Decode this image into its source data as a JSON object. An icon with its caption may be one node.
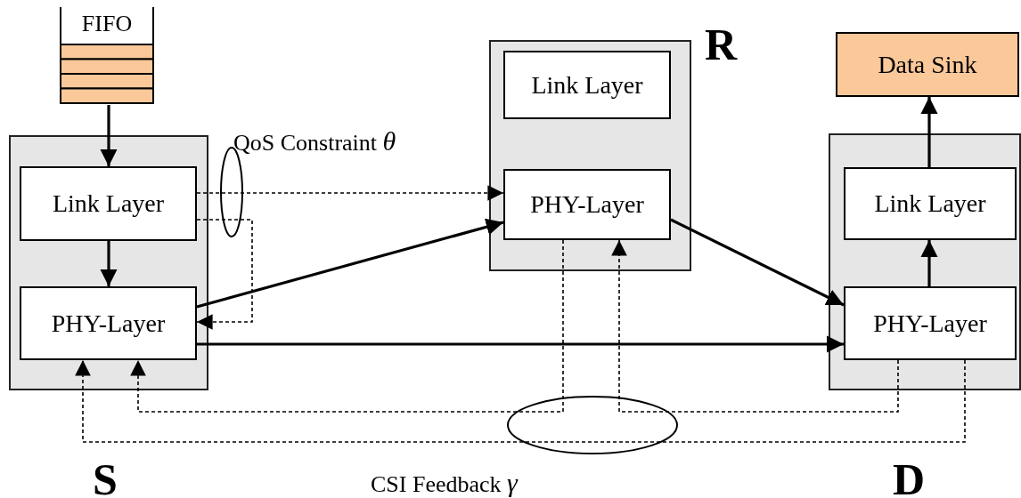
{
  "diagram": {
    "nodes": [
      {
        "text": [
          "FIFO"
        ]
      },
      {
        "text": [
          "S"
        ]
      },
      {
        "text": [
          "Link Layer"
        ],
        "in": 1
      },
      {
        "text": [
          "PHY-Layer"
        ],
        "in": 1
      },
      {
        "text": [
          "R"
        ]
      },
      {
        "text": [
          "Link Layer"
        ],
        "in": 4
      },
      {
        "text": [
          "PHY-Layer"
        ],
        "in": 4
      },
      {
        "text": [
          "Data Sink"
        ]
      },
      {
        "text": [
          "D"
        ]
      },
      {
        "text": [
          "Link Layer"
        ],
        "in": 8
      },
      {
        "text": [
          "PHY-Layer"
        ],
        "in": 8
      }
    ],
    "edges": [
      {
        "from": 0,
        "to": 2,
        "arrow": "to"
      },
      {
        "from": 2,
        "to": 3,
        "arrow": "to"
      },
      {
        "from": 2,
        "to": 6,
        "arrow": "to",
        "style": "dashed"
      },
      {
        "from": 2,
        "to": 3,
        "arrow": "to",
        "style": "dashed"
      },
      {
        "from": 3,
        "to": 6,
        "arrow": "to"
      },
      {
        "from": 3,
        "to": 10,
        "arrow": "to"
      },
      {
        "from": 6,
        "to": 10,
        "arrow": "to"
      },
      {
        "from": 10,
        "to": 9,
        "arrow": "to"
      },
      {
        "from": 9,
        "to": 7,
        "arrow": "to"
      },
      {
        "from": 6,
        "to": 3,
        "arrow": "to",
        "style": "dashed"
      },
      {
        "from": 10,
        "to": 6,
        "arrow": "to",
        "style": "dashed"
      },
      {
        "from": 10,
        "to": 3,
        "arrow": "to",
        "style": "dashed"
      }
    ],
    "labels": [
      "QoS Constraint *θ*",
      "CSI Feedback *γ*"
    ]
  }
}
